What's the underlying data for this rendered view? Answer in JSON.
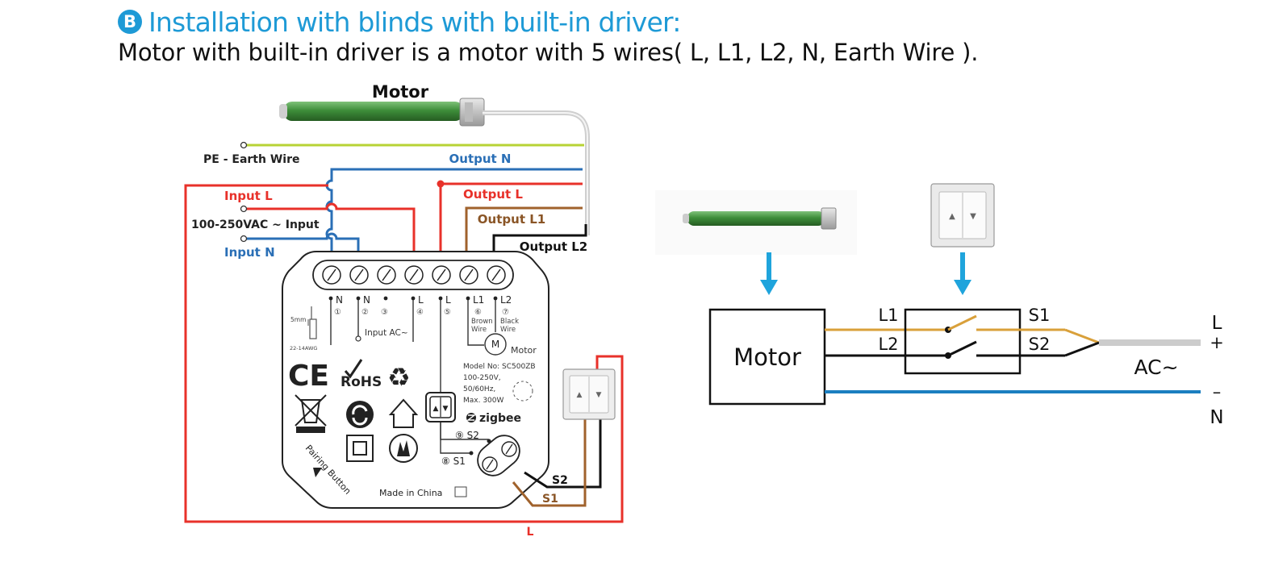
{
  "heading": {
    "badge": "B",
    "title": "Installation with blinds with built-in driver:",
    "subtitle": "Motor with built-in driver is a motor with 5 wires( L, L1, L2, N, Earth Wire )."
  },
  "left_diagram": {
    "motor_title": "Motor",
    "wire_labels": {
      "pe": "PE - Earth Wire",
      "output_n": "Output N",
      "input_l": "Input L",
      "output_l": "Output L",
      "output_l1": "Output L1",
      "input_ac": "100-250VAC ~ Input",
      "output_l2": "Output L2",
      "input_n": "Input N",
      "loop_l": "L",
      "s1": "S1",
      "s2": "S2"
    },
    "terminals": {
      "labels": [
        "N",
        "N",
        "",
        "L",
        "L",
        "L1",
        "L2"
      ],
      "numbers": [
        "①",
        "②",
        "③",
        "④",
        "⑤",
        "⑥",
        "⑦"
      ],
      "brown_wire": [
        "Brown",
        "Wire"
      ],
      "black_wire": [
        "Black",
        "Wire"
      ],
      "input_ac": "Input AC~",
      "motor_label": "Motor",
      "motor_symbol": "M",
      "strip_mm": "5mm",
      "awg": "22-14AWG",
      "s2": "⑨ S2",
      "s1": "⑧ S1"
    },
    "module_marks": {
      "ce": "CE",
      "rohs": "RoHS",
      "model_lines": [
        "Model No: SC500ZB",
        "100-250V,",
        "50/60Hz,",
        "Max. 300W"
      ],
      "zigbee": "zigbee",
      "pairing": "Pairing Button",
      "made_in": "Made in China"
    },
    "switch_arrows": [
      "▲",
      "▼"
    ]
  },
  "right_diagram": {
    "motor_box": "Motor",
    "l1": "L1",
    "l2": "L2",
    "s1": "S1",
    "s2": "S2",
    "ac": "AC~",
    "line_l": "L",
    "plus": "+",
    "minus": "–",
    "line_n": "N",
    "switch_arrows": [
      "▲",
      "▼"
    ]
  },
  "colors": {
    "accent": "#1e9ad6",
    "red": "#e8312a",
    "blue": "#2a6fb6",
    "brown": "#a0622c",
    "green_yellow": "#b7d335",
    "motor_green": "#3e8e3a",
    "gold": "#d9a03a",
    "ac_blue": "#1b7fc0",
    "arrow_blue": "#1fa4dc"
  }
}
